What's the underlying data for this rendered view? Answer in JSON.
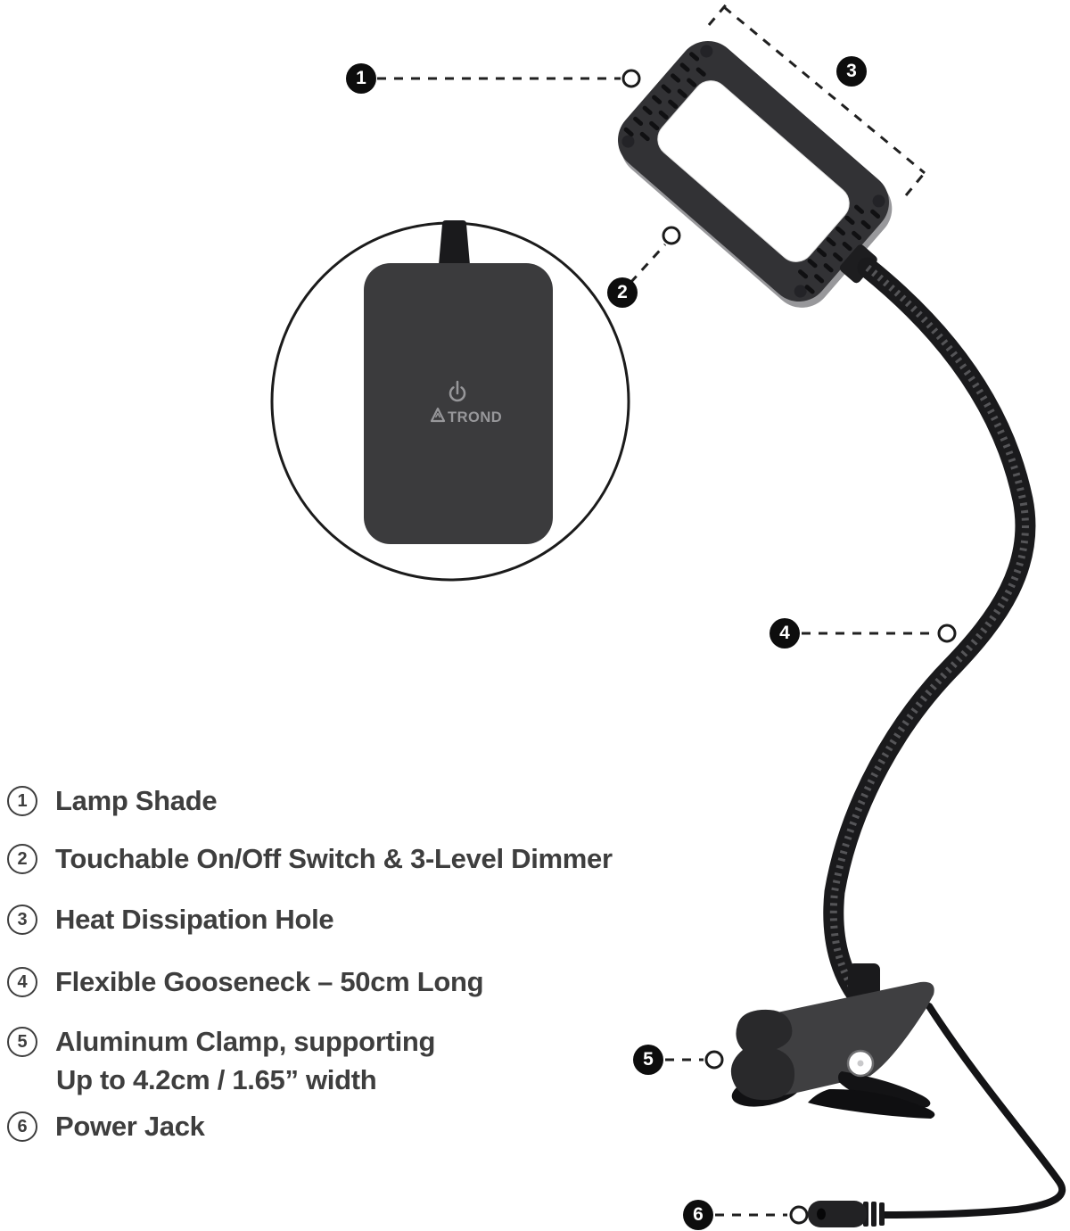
{
  "inset": {
    "logo_text": "TROND",
    "icons": {
      "power": "power-icon",
      "brand_mark": "trond-triangle-logo"
    }
  },
  "callouts": [
    {
      "num": "1",
      "label": "Lamp Shade"
    },
    {
      "num": "2",
      "label": "Touchable On/Off Switch & 3-Level Dimmer"
    },
    {
      "num": "3",
      "label": "Heat Dissipation Hole"
    },
    {
      "num": "4",
      "label": "Flexible Gooseneck – 50cm Long"
    },
    {
      "num": "5",
      "label": "Aluminum Clamp, supporting",
      "label_line2": "Up to 4.2cm / 1.65” width"
    },
    {
      "num": "6",
      "label": "Power Jack"
    }
  ],
  "colors": {
    "background": "#ffffff",
    "ink_text": "#3e3e3e",
    "badge_fill": "#0d0d0d",
    "lamp_body": "#323235",
    "lamp_edge_highlight": "#98989b",
    "gooseneck": "#1a1a1c",
    "inset_panel": "#3b3b3d",
    "logo_grey": "#97979a"
  }
}
